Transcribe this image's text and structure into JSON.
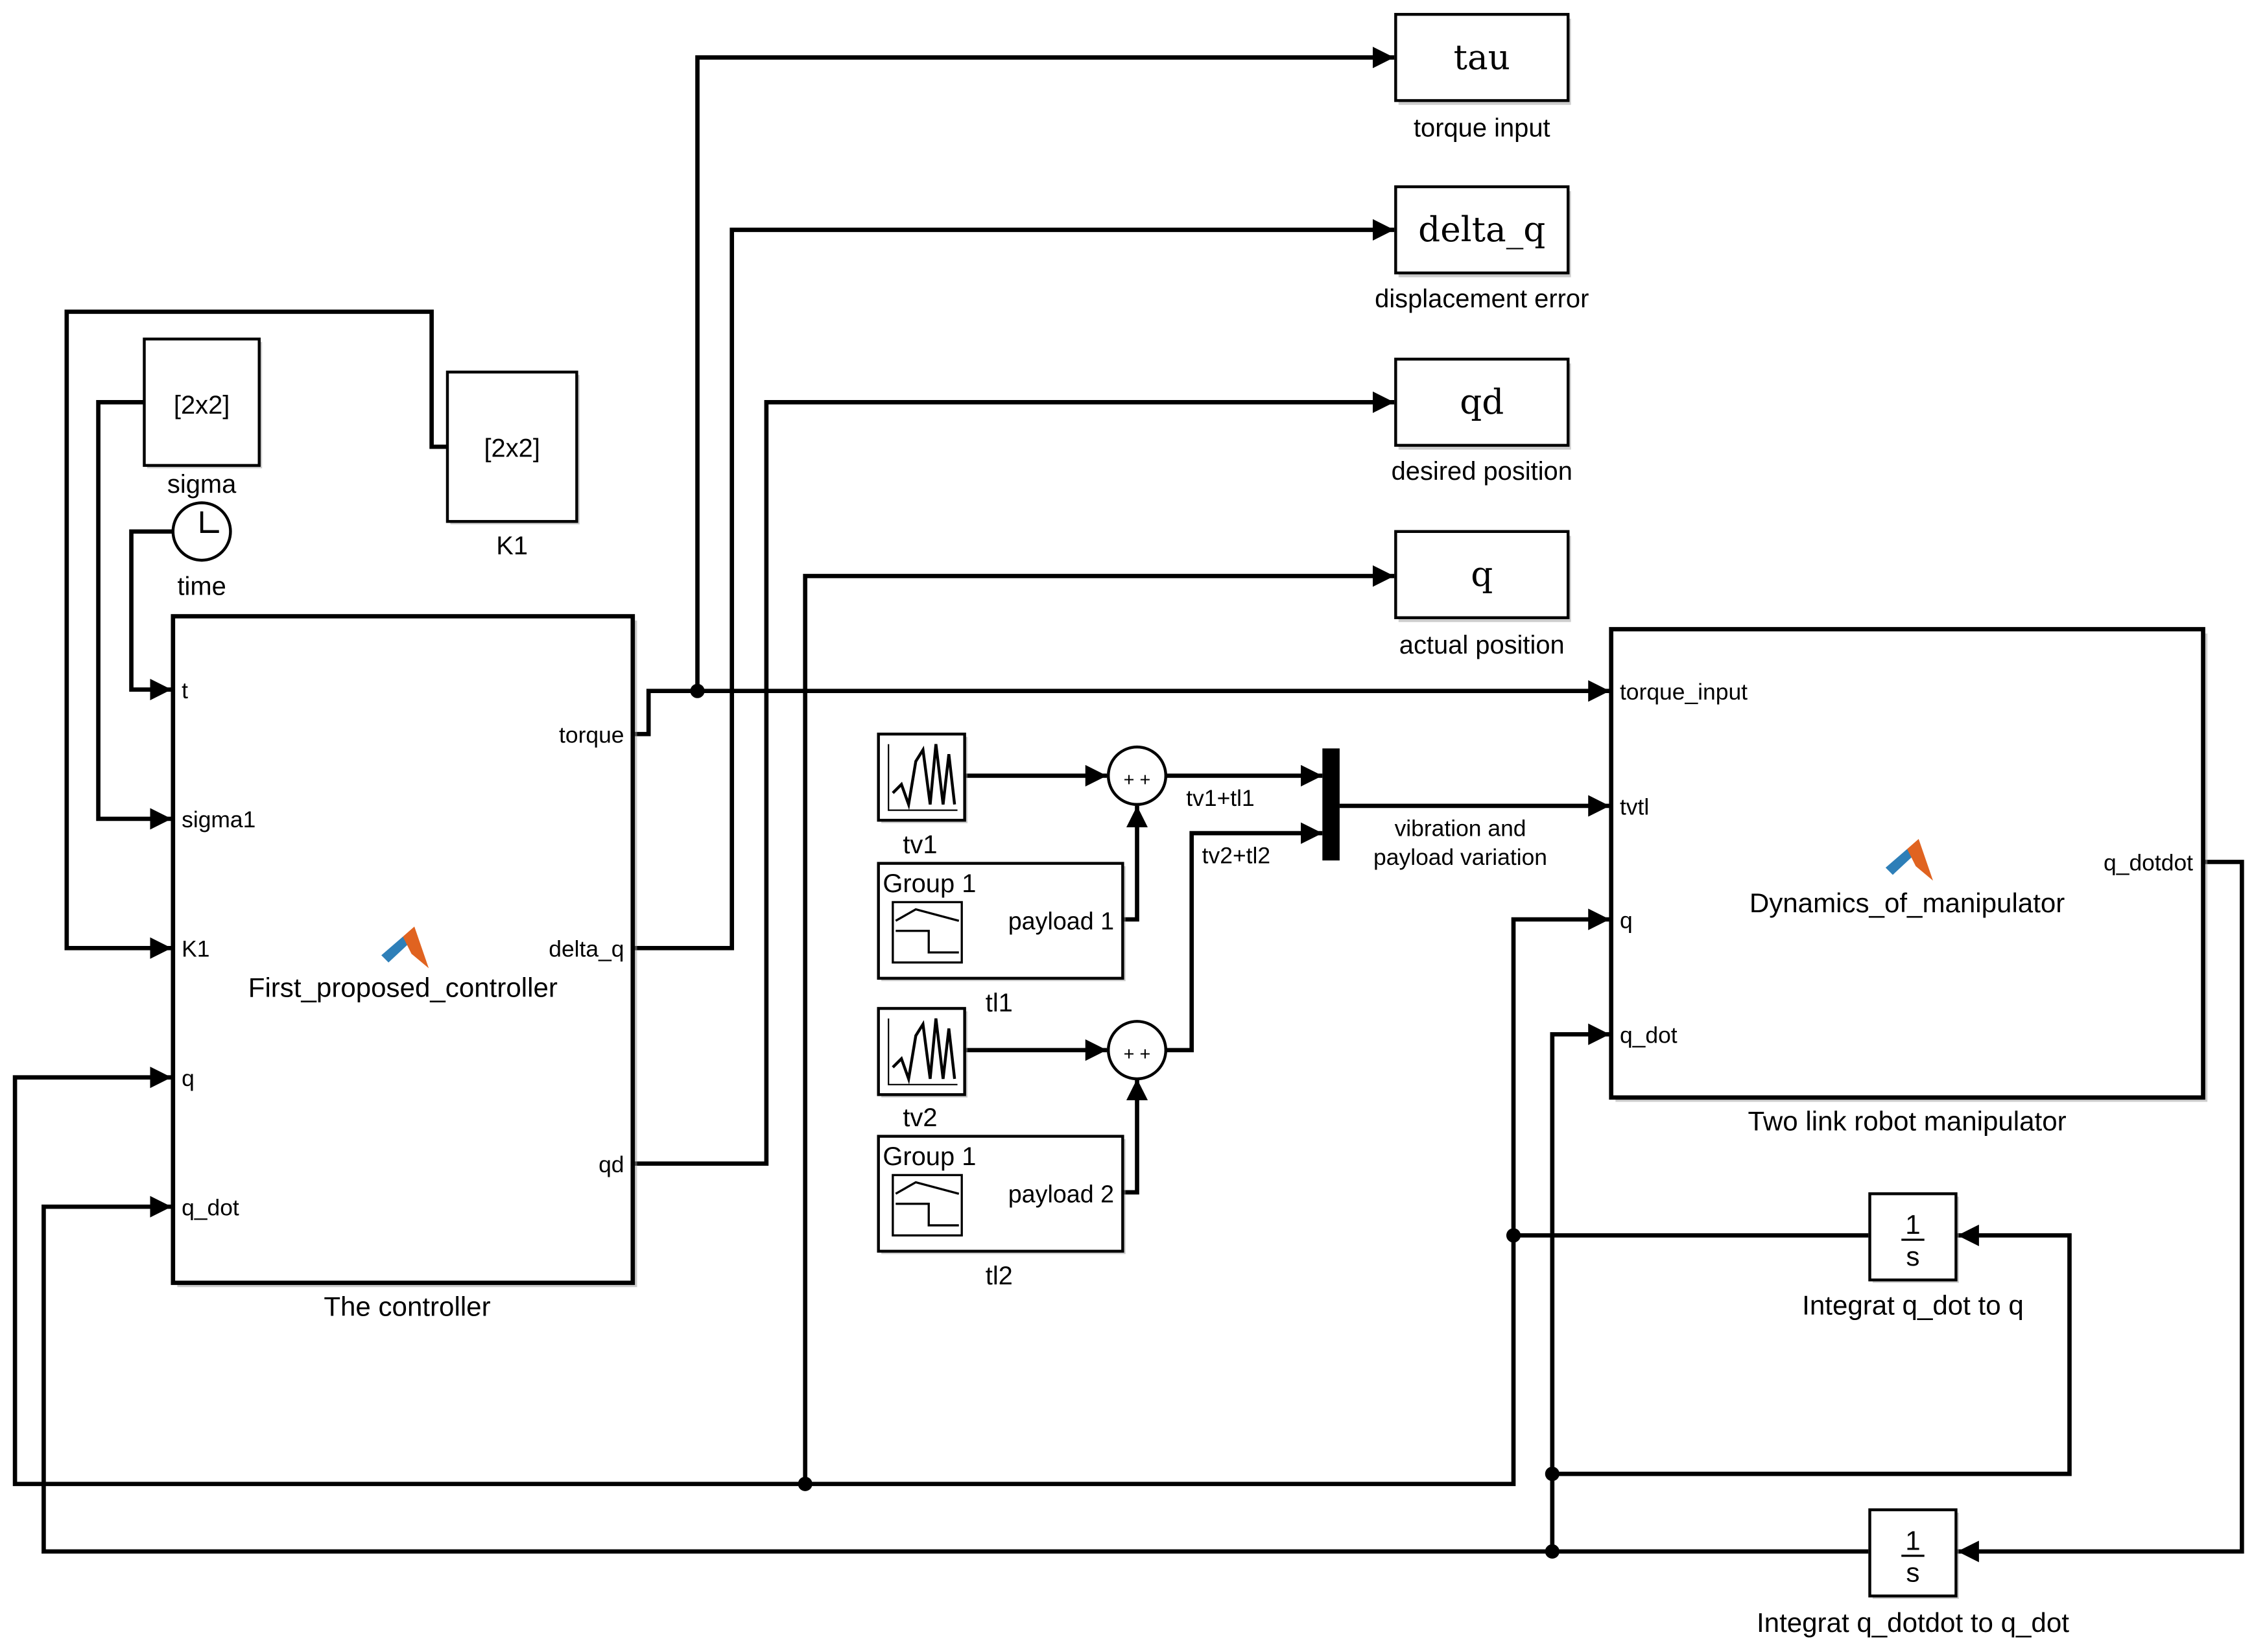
{
  "diagram": {
    "controller": {
      "title": "The controller",
      "function": "First_proposed_controller",
      "ports_in": [
        "t",
        "sigma1",
        "K1",
        "q",
        "q_dot"
      ],
      "ports_out": [
        "torque",
        "delta_q",
        "qd"
      ]
    },
    "plant": {
      "title": "Two link robot manipulator",
      "function": "Dynamics_of_manipulator",
      "ports_in": [
        "torque_input",
        "tvtl",
        "q",
        "q_dot"
      ],
      "ports_out": [
        "q_dotdot"
      ]
    },
    "constants": [
      {
        "value": "[2x2]",
        "label": "sigma"
      },
      {
        "value": "[2x2]",
        "label": "K1"
      }
    ],
    "clock": {
      "label": "time"
    },
    "scopes": [
      {
        "name": "tau",
        "label": "torque input"
      },
      {
        "name": "delta_q",
        "label": "displacement error"
      },
      {
        "name": "qd",
        "label": "desired position"
      },
      {
        "name": "q",
        "label": "actual position"
      }
    ],
    "sources": [
      {
        "label": "tv1"
      },
      {
        "label": "tv2"
      }
    ],
    "signal_builders": [
      {
        "group": "Group 1",
        "signal": "payload 1",
        "label": "tl1"
      },
      {
        "group": "Group 1",
        "signal": "payload 2",
        "label": "tl2"
      }
    ],
    "sum_signs": "+ +",
    "signals": {
      "sum1": "tv1+tl1",
      "sum2": "tv2+tl2",
      "mux_line1": "vibration and",
      "mux_line2": "payload variation"
    },
    "integrators": [
      {
        "num": "1",
        "den": "s",
        "label": "Integrat q_dot to q"
      },
      {
        "num": "1",
        "den": "s",
        "label": "Integrat q_dotdot to q_dot"
      }
    ]
  }
}
